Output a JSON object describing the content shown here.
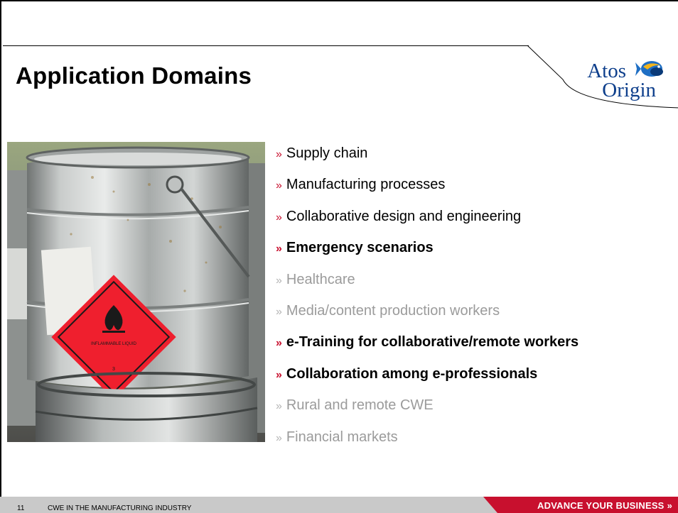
{
  "slide": {
    "title": "Application Domains",
    "logo": {
      "line1": "Atos",
      "line2": "Origin",
      "icon": "fish-logo-icon"
    },
    "bullet_marker": "»",
    "bullets": [
      {
        "text": "Supply chain",
        "style": "normal"
      },
      {
        "text": "Manufacturing processes",
        "style": "normal"
      },
      {
        "text": "Collaborative design and engineering",
        "style": "normal"
      },
      {
        "text": "Emergency scenarios",
        "style": "bold"
      },
      {
        "text": "Healthcare",
        "style": "dim"
      },
      {
        "text": "Media/content production workers",
        "style": "dim"
      },
      {
        "text": "e-Training for collaborative/remote workers",
        "style": "bold"
      },
      {
        "text": "Collaboration among e-professionals",
        "style": "bold"
      },
      {
        "text": "Rural and remote CWE",
        "style": "dim"
      },
      {
        "text": "Financial markets",
        "style": "dim"
      }
    ],
    "photo": {
      "label_text": "INFLAMMABLE LIQUID",
      "label_number": "3",
      "icon": "flammable-warning-icon"
    }
  },
  "footer": {
    "page_number": "11",
    "text": "CWE IN THE MANUFACTURING INDUSTRY",
    "cta": "ADVANCE YOUR BUSINESS",
    "cta_icon": "double-chevron-right-icon"
  },
  "colors": {
    "accent_red": "#c8102e",
    "logo_blue": "#0e3f8c",
    "dim_text": "#9b9b9b",
    "footer_gray": "#c9c9c9"
  }
}
